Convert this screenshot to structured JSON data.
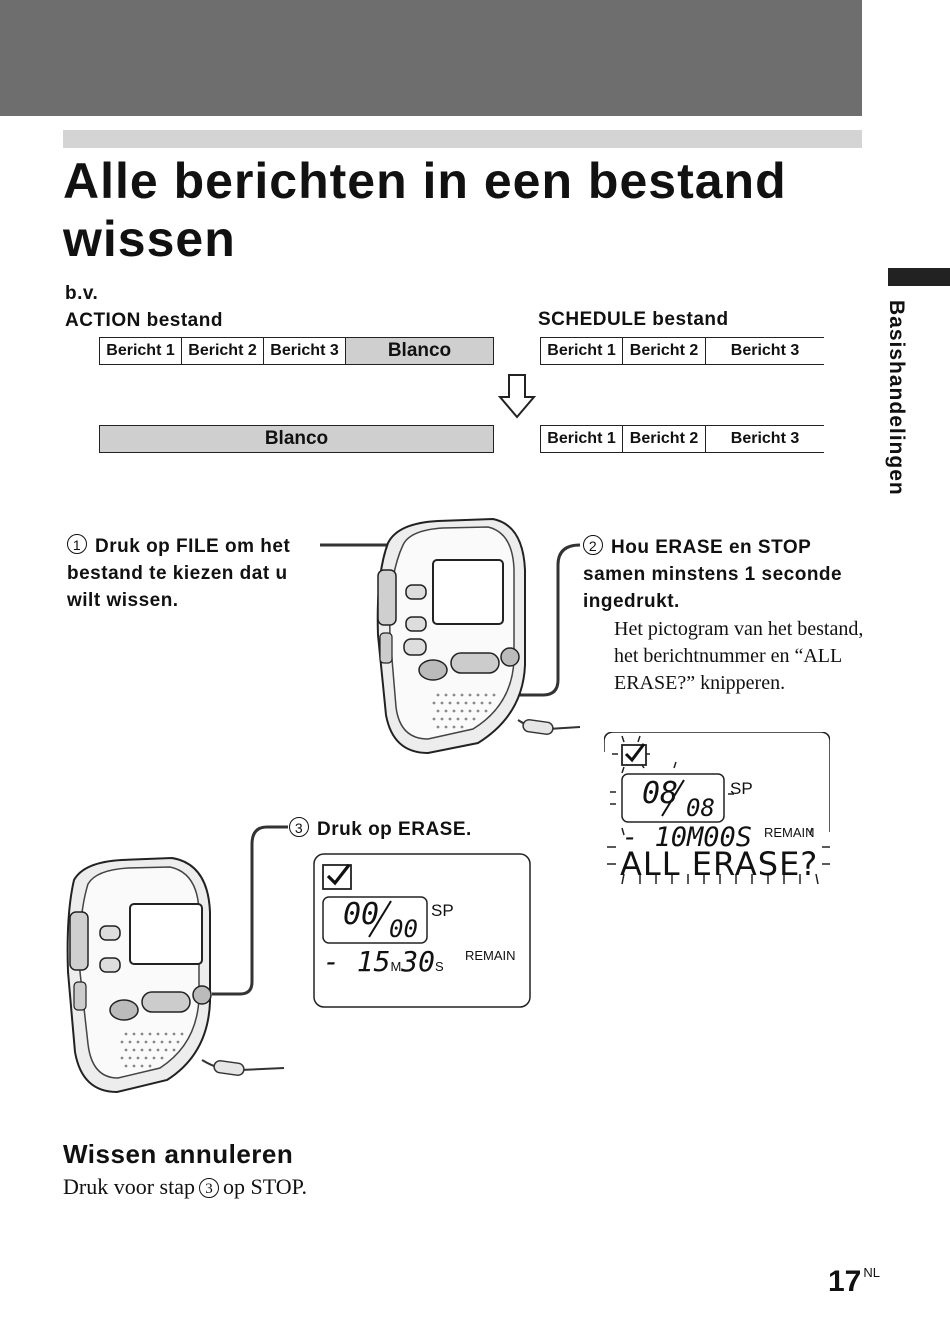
{
  "title": "Alle berichten in een bestand wissen",
  "side_tab": "Basishandelingen",
  "example_label": "b.v.",
  "action": {
    "label": "ACTION bestand",
    "before": [
      "Bericht 1",
      "Bericht 2",
      "Bericht 3",
      "Blanco"
    ],
    "after": "Blanco"
  },
  "schedule": {
    "label": "SCHEDULE bestand",
    "before": [
      "Bericht 1",
      "Bericht 2",
      "Bericht 3"
    ],
    "after": [
      "Bericht 1",
      "Bericht 2",
      "Bericht 3"
    ]
  },
  "steps": {
    "s1": {
      "num": "1",
      "text": "Druk op FILE om het bestand te kiezen dat u wilt wissen."
    },
    "s2": {
      "num": "2",
      "text": "Hou ERASE en STOP samen minstens 1 seconde ingedrukt.",
      "note": "Het pictogram van het bestand, het berichtnummer en “ALL ERASE?” knipperen."
    },
    "s3": {
      "num": "3",
      "text": "Druk op ERASE."
    }
  },
  "lcd_step2": {
    "counter_a": "08",
    "counter_b": "08",
    "sp": "SP",
    "remain_label": "REMAIN",
    "time": "- 10M00S",
    "message": "ALL ERASE?"
  },
  "lcd_step3": {
    "counter_a": "00",
    "counter_b": "00",
    "sp": "SP",
    "remain_label": "REMAIN",
    "time_min": "- 15",
    "m": "M",
    "time_sec": "30",
    "s": "S"
  },
  "cancel": {
    "heading": "Wissen annuleren",
    "text_before": "Druk voor stap",
    "step_ref": "3",
    "text_after": "op STOP."
  },
  "page": {
    "number": "17",
    "suffix": "NL"
  }
}
